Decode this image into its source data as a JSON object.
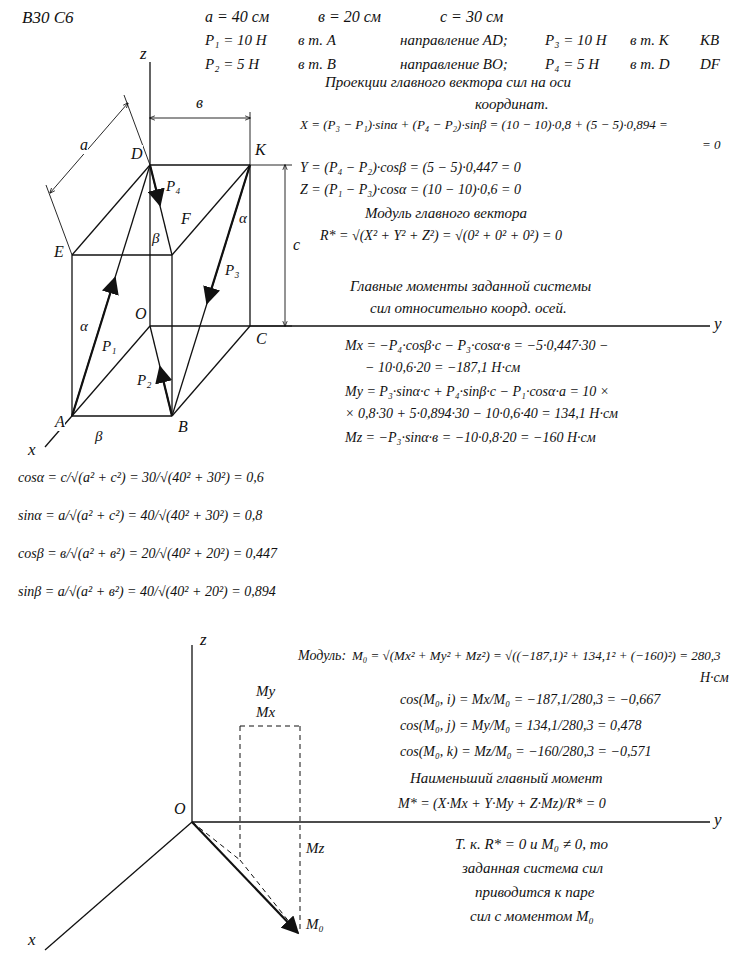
{
  "diagram": {
    "title": "В30 С6",
    "labels": [
      "a = 40 см",
      "в = 20 см",
      "с = 30 см",
      "P₁ = 10 H",
      "в т. A",
      "направление AD;",
      "P₃ = 10 H",
      "в т. K",
      "KB",
      "P₂ = 5 H",
      "в т. B",
      "направление BO;",
      "P₄ = 5 H",
      "в т. D",
      "DF",
      "z",
      "в",
      "a",
      "D",
      "K",
      "P₄",
      "F",
      "E",
      "P₃",
      "c",
      "y",
      "O",
      "C",
      "α",
      "α",
      "β",
      "P₁",
      "P₂",
      "A",
      "B",
      "β",
      "x",
      "Проекции главного вектора сил на оси",
      "координат.",
      "X = (P₃ − P₁)·sinα + (P₄ − P₂)·sinβ = (10 − 10)·0,8 + (5 − 5)·0,894 =",
      "= 0",
      "Y = (P₄ − P₂)·cosβ = (5 − 5)·0,447 = 0",
      "Z = (P₁ − P₃)·cosα = (10 − 10)·0,6 = 0",
      "Модуль главного вектора",
      "R* = √(X² + Y² + Z²) = √(0² + 0² + 0²) = 0",
      "Главные моменты заданной системы",
      "сил относительно коорд. осей.",
      "Mx = −P₄·cosβ·c − P₃·cosα·в = −5·0,447·30 −",
      "− 10·0,6·20 = −187,1 H·см",
      "My = P₃·sinα·c + P₄·sinβ·c − P₁·cosα·a = 10 ×",
      "× 0,8·30 + 5·0,894·30 − 10·0,6·40 = 134,1 H·см",
      "Mz = −P₃·sinα·в = −10·0,8·20 = −160 H·см",
      "cosα = c/√(a² + c²) = 30/√(40² + 30²) = 0,6",
      "sinα = a/√(a² + c²) = 40/√(40² + 30²) = 0,8",
      "cosβ = в/√(a² + в²) = 20/√(40² + 20²) = 0,447",
      "sinβ = a/√(a² + в²) = 40/√(40² + 20²) = 0,894",
      "Модуль:",
      "M₀ = √(Mx² + My² + Mz²) = √((−187,1)² + 134,1² + (−160)²) = 280,3",
      "H·см",
      "cos(M₀, i) = Mx/M₀ = −187,1/280,3 = −0,667",
      "cos(M₀, j) = My/M₀ = 134,1/280,3 = 0,478",
      "cos(M₀, k) = Mz/M₀ = −160/280,3 = −0,571",
      "Наименьший главный момент",
      "M* = (X·Mx + Y·My + Z·Mz)/R* = 0",
      "Т. к. R* = 0 и M₀ ≠ 0, то",
      "заданная система сил",
      "приводится к паре",
      "сил с моментом M₀",
      "z",
      "My",
      "Mx",
      "O",
      "y",
      "Mz",
      "M₀",
      "x"
    ]
  }
}
